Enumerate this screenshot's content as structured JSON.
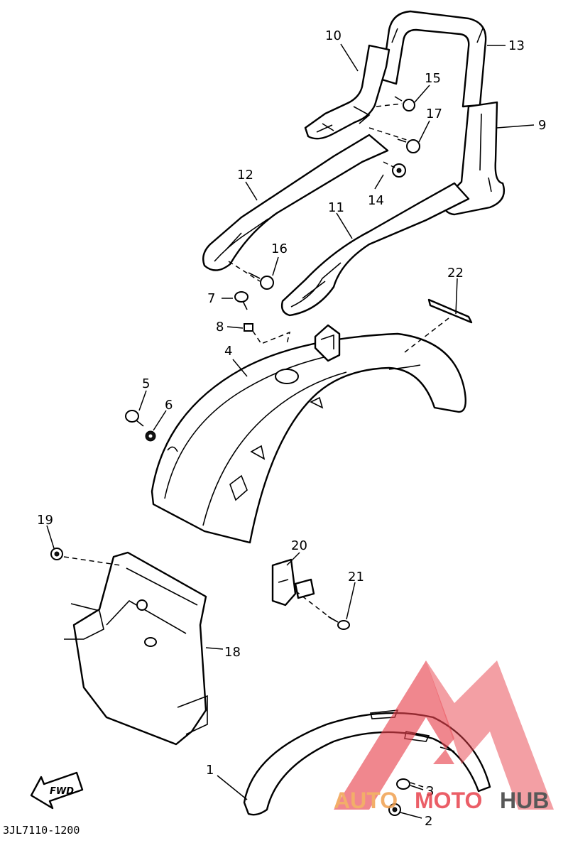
{
  "diagram": {
    "part_code": "3JL7110-1200",
    "fwd_label": "FWD",
    "callouts": {
      "c1": "1",
      "c2": "2",
      "c3": "3",
      "c4": "4",
      "c5": "5",
      "c6": "6",
      "c7": "7",
      "c8": "8",
      "c9": "9",
      "c10": "10",
      "c11": "11",
      "c12": "12",
      "c13": "13",
      "c14": "14",
      "c15": "15",
      "c16": "16",
      "c17": "17",
      "c18": "18",
      "c19": "19",
      "c20": "20",
      "c21": "21",
      "c22": "22"
    }
  },
  "watermark": {
    "text_auto": "AUTO",
    "text_moto": "MOTO",
    "text_hub": "HUB",
    "color_red": "#e8434d",
    "color_orange": "#f0a050",
    "color_gray": "#3c3c3c"
  }
}
